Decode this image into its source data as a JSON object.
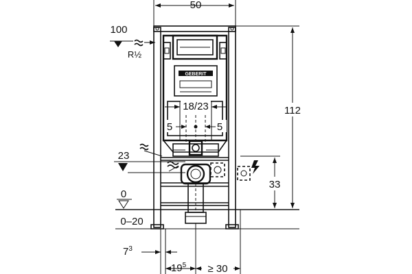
{
  "dimensions": {
    "frame_width": "50",
    "water_level": "100",
    "thread": "R½",
    "flush_spacing": "18/23",
    "left_offset": "5",
    "right_offset": "5",
    "inlet_level": "23",
    "frame_height": "112",
    "socket_height": "33",
    "floor_level": "0",
    "floor_range": "0–20",
    "foot_offset_base": "7",
    "foot_offset_sup": "3",
    "pipe_offset_base": "19",
    "pipe_offset_sup": "5",
    "wall_clearance": "≥ 30"
  },
  "brand": {
    "logo_text": "GEBERIT"
  },
  "colors": {
    "line": "#111111",
    "background": "#ffffff"
  }
}
